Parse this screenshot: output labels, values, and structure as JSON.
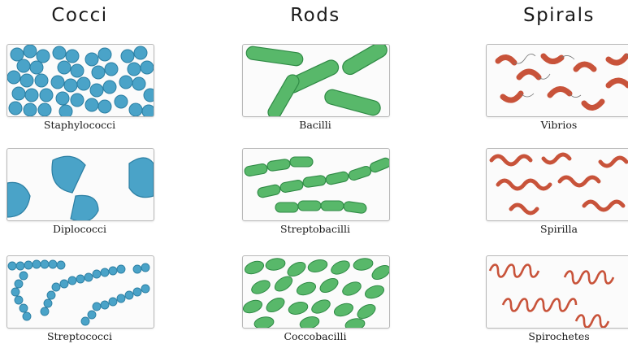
{
  "columns": [
    {
      "title": "Cocci",
      "items": [
        {
          "label": "Staphylococci",
          "shape": "cluster"
        },
        {
          "label": "Diplococci",
          "shape": "pairs"
        },
        {
          "label": "Streptococci",
          "shape": "chains"
        }
      ]
    },
    {
      "title": "Rods",
      "items": [
        {
          "label": "Bacilli",
          "shape": "rods"
        },
        {
          "label": "Streptobacilli",
          "shape": "rod-chains"
        },
        {
          "label": "Coccobacilli",
          "shape": "ovals"
        }
      ]
    },
    {
      "title": "Spirals",
      "items": [
        {
          "label": "Vibrios",
          "shape": "comma"
        },
        {
          "label": "Spirilla",
          "shape": "wavy"
        },
        {
          "label": "Spirochetes",
          "shape": "coil"
        }
      ]
    }
  ],
  "colors": {
    "cocci": "#4aa3c8",
    "cocci_dark": "#2c7fa3",
    "rods": "#58b86a",
    "rods_dark": "#2f8a45",
    "spirals": "#c8533a",
    "spirals_dark": "#8e2f1c"
  }
}
